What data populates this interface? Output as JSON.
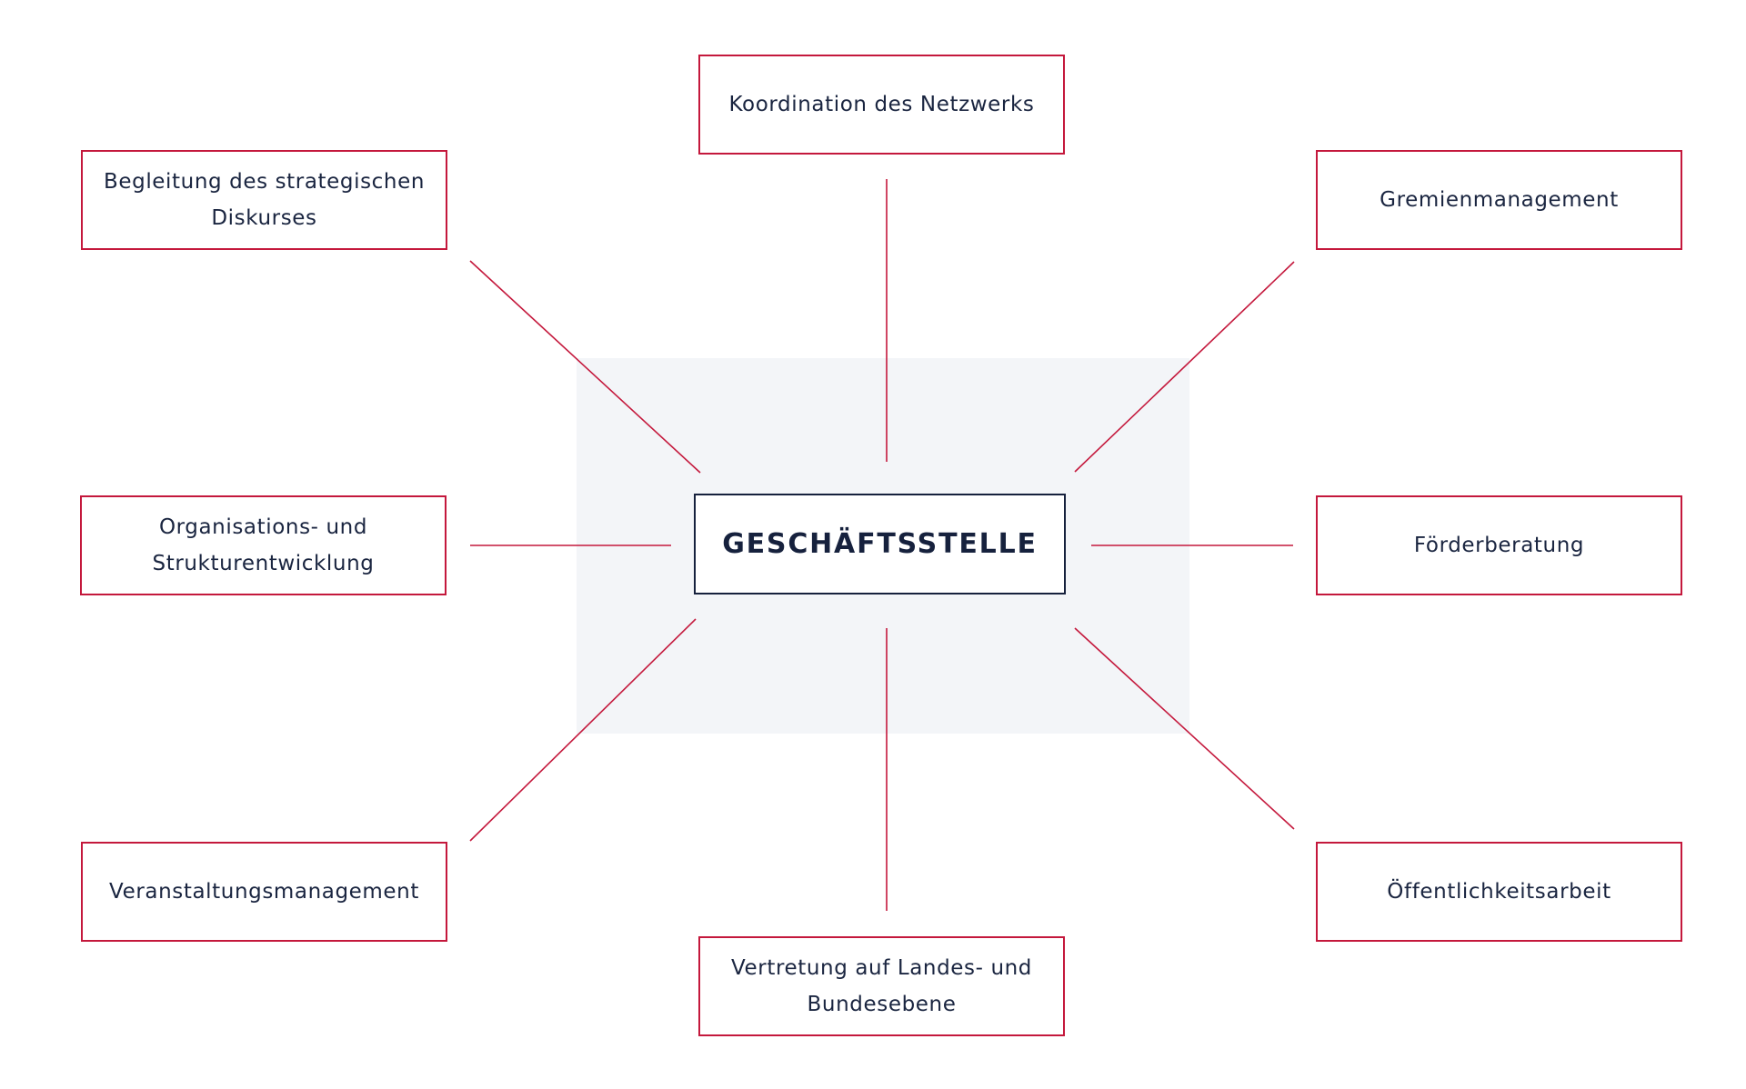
{
  "diagram": {
    "center": {
      "label": "GESCHÄFTSSTELLE",
      "border_color": "#16213d"
    },
    "nodes": [
      {
        "id": "top",
        "label": "Koordination des Netzwerks"
      },
      {
        "id": "top-left",
        "label": "Begleitung des strategischen Diskurses"
      },
      {
        "id": "top-right",
        "label": "Gremienmanagement"
      },
      {
        "id": "mid-left",
        "label": "Organisations- und Strukturentwicklung"
      },
      {
        "id": "mid-right",
        "label": "Förderberatung"
      },
      {
        "id": "bottom-left",
        "label": "Veranstaltungsmanagement"
      },
      {
        "id": "bottom",
        "label": "Vertretung auf Landes- und Bundesebene"
      },
      {
        "id": "bottom-right",
        "label": "Öffentlichkeitsarbeit"
      }
    ],
    "colors": {
      "accent": "#c4183c",
      "text": "#1a2540",
      "background_panel": "#f3f5f8"
    }
  }
}
